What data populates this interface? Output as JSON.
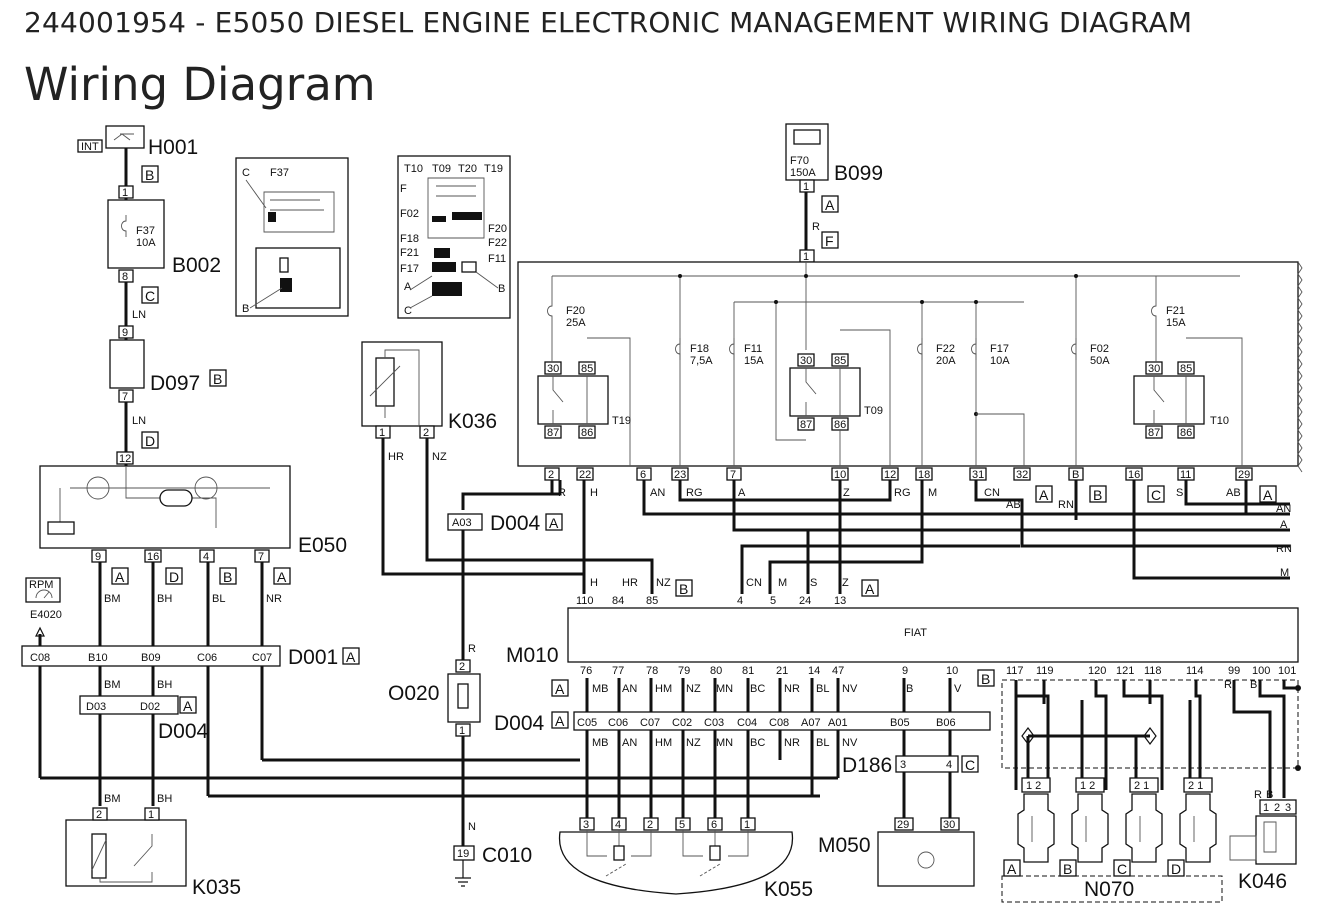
{
  "header": {
    "doc_title": "244001954 - E5050 DIESEL ENGINE ELECTRONIC MANAGEMENT WIRING DIAGRAM",
    "heading": "Wiring Diagram"
  },
  "components": {
    "H001": "H001",
    "B002": "B002",
    "D097": "D097",
    "E050": "E050",
    "D001": "D001",
    "D004a": "D004",
    "D004b": "D004",
    "D004c": "D004",
    "K035": "K035",
    "K036": "K036",
    "O020": "O020",
    "C010": "C010",
    "M010": "M010",
    "B099": "B099",
    "D186": "D186",
    "M050": "M050",
    "K055": "K055",
    "N070": "N070",
    "K046": "K046",
    "E4020": "E4020"
  },
  "connector_letters": [
    "A",
    "B",
    "C",
    "D",
    "F"
  ],
  "fuses": {
    "F37": {
      "name": "F37",
      "rating": "10A"
    },
    "F70": {
      "name": "F70",
      "rating": "150A"
    },
    "F20": {
      "name": "F20",
      "rating": "25A"
    },
    "F18": {
      "name": "F18",
      "rating": "7,5A"
    },
    "F11": {
      "name": "F11",
      "rating": "15A"
    },
    "F22": {
      "name": "F22",
      "rating": "20A"
    },
    "F17": {
      "name": "F17",
      "rating": "10A"
    },
    "F02": {
      "name": "F02",
      "rating": "50A"
    },
    "F21": {
      "name": "F21",
      "rating": "15A"
    }
  },
  "relays": [
    "T19",
    "T09",
    "T10"
  ],
  "relay_pins": [
    "30",
    "85",
    "87",
    "86"
  ],
  "fuse_box_labels": [
    "T10",
    "T09",
    "T20",
    "T19",
    "F",
    "F02",
    "F20",
    "F18",
    "F22",
    "F21",
    "F11",
    "F17",
    "A",
    "B",
    "C"
  ],
  "small_box_labels": [
    "C",
    "F37",
    "B"
  ],
  "int_label": "INT",
  "rpm_label": "RPM",
  "d001_pins": [
    "C08",
    "B10",
    "B09",
    "C06",
    "C07"
  ],
  "d004_top_pins": [
    "D03",
    "D02"
  ],
  "d004_bottom_pins": [
    "C05",
    "C06",
    "C07",
    "C02",
    "C03",
    "C04",
    "C08",
    "A07",
    "A01",
    "B05",
    "B06"
  ],
  "m010_top_pins": [
    "110",
    "84",
    "85",
    "4",
    "5",
    "24",
    "13"
  ],
  "m010_bottom_pins": [
    "76",
    "77",
    "78",
    "79",
    "80",
    "81",
    "21",
    "14",
    "47",
    "9",
    "10",
    "117",
    "119",
    "120",
    "121",
    "118",
    "114",
    "99",
    "100",
    "101"
  ],
  "pcb_pins": [
    "2",
    "22",
    "6",
    "23",
    "7",
    "10",
    "12",
    "18",
    "31",
    "32",
    "B",
    "16",
    "11",
    "29"
  ],
  "pcb_wire_colors": [
    "R",
    "H",
    "AN",
    "RG",
    "A",
    "Z",
    "RG",
    "M",
    "CN",
    "AB",
    "RN",
    "S",
    "AB"
  ],
  "bus_wire_labels": [
    "AN",
    "A",
    "RN",
    "M"
  ],
  "wire_colors_k055": [
    "MB",
    "AN",
    "HM",
    "NZ",
    "MN",
    "BC",
    "NR",
    "BL",
    "NV"
  ],
  "k055_pins": [
    "3",
    "4",
    "2",
    "5",
    "6",
    "1"
  ],
  "m050_pins": [
    "29",
    "30"
  ],
  "k046_pins": [
    "1",
    "2",
    "3"
  ],
  "injector_letters": [
    "A",
    "B",
    "C",
    "D"
  ],
  "misc_text": {
    "watermark": "FIAT",
    "d186_pins": [
      "3",
      "4"
    ],
    "o020_pins": [
      "2",
      "1"
    ],
    "c010_pin": "19"
  }
}
